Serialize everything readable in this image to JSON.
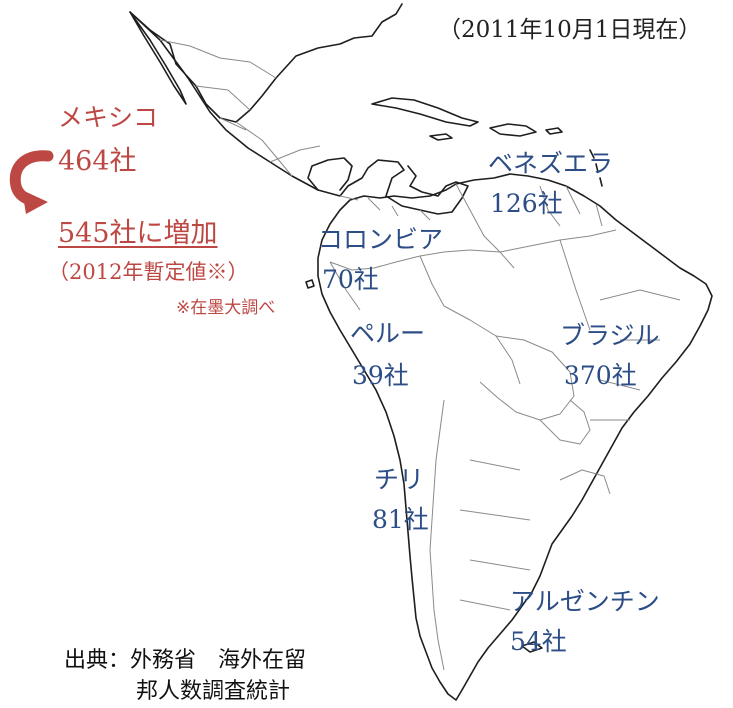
{
  "date_note": "（2011年10月1日現在）",
  "mexico": {
    "name": "メキシコ",
    "count": "464社",
    "new_count": "545社に増加",
    "provisional": "（2012年暫定値※）",
    "survey_note": "※在墨大調べ",
    "accent_color": "#bd4843"
  },
  "countries": [
    {
      "name": "ベネズエラ",
      "count": "126社"
    },
    {
      "name": "コロンビア",
      "count": "70社"
    },
    {
      "name": "ペルー",
      "count": "39社"
    },
    {
      "name": "ブラジル",
      "count": "370社"
    },
    {
      "name": "チリ",
      "count": "81社"
    },
    {
      "name": "アルゼンチン",
      "count": "54社"
    }
  ],
  "source": {
    "line1": "出典：外務省　海外在留",
    "line2": "邦人数調査統計"
  },
  "label_color": "#2c4d86",
  "arrow_icon": "curved-down-arrow-icon"
}
